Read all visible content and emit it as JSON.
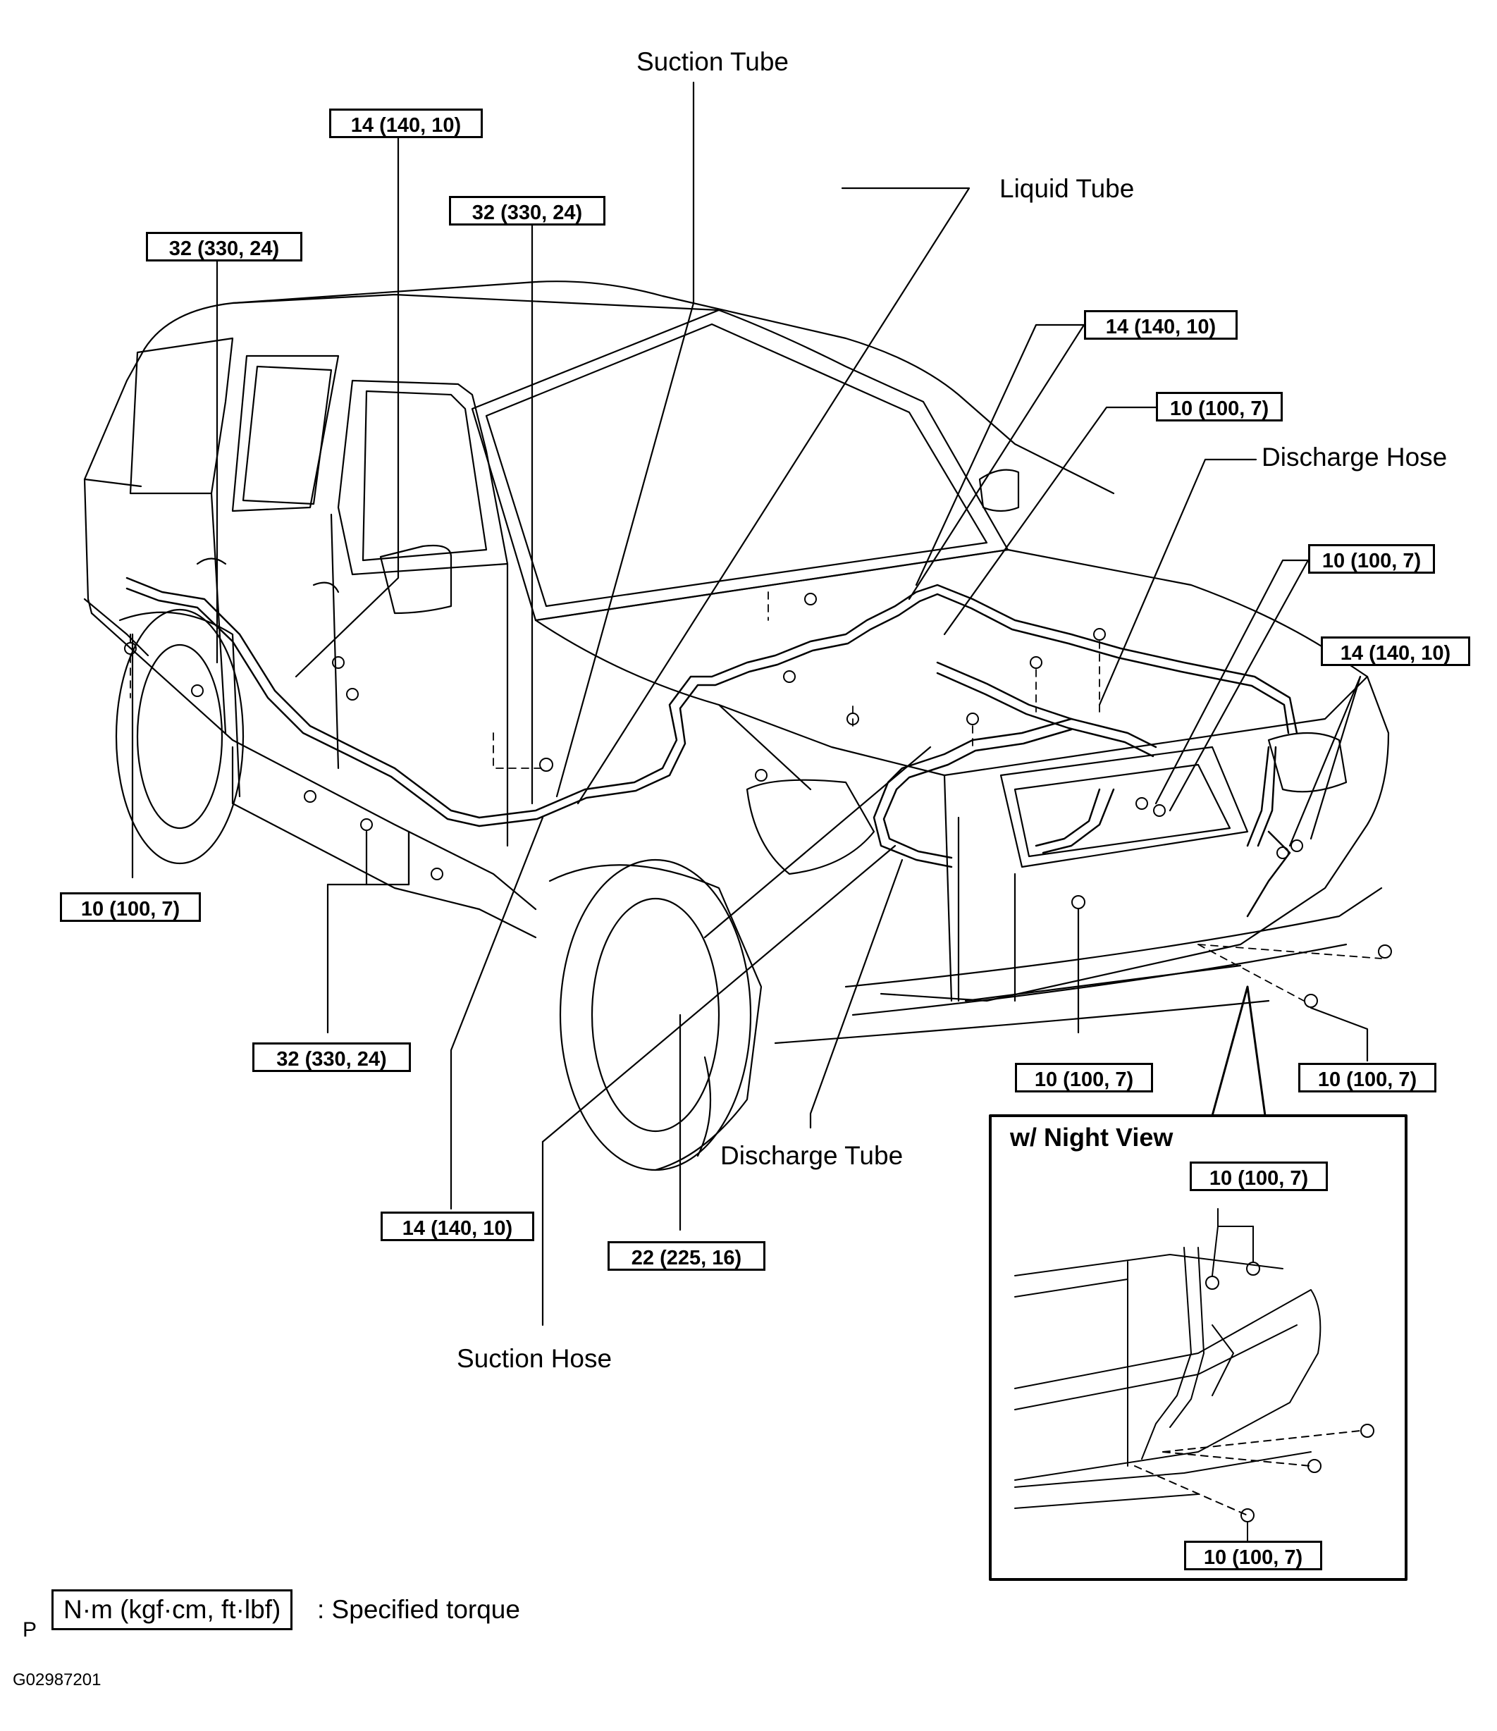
{
  "labels": {
    "suction_tube": "Suction Tube",
    "liquid_tube": "Liquid Tube",
    "discharge_hose": "Discharge Hose",
    "discharge_tube": "Discharge Tube",
    "suction_hose": "Suction Hose"
  },
  "torque": {
    "t1": "14 (140, 10)",
    "t2": "32 (330, 24)",
    "t3": "32 (330, 24)",
    "t4": "14 (140, 10)",
    "t5": "10 (100, 7)",
    "t6": "10 (100, 7)",
    "t7": "14 (140, 10)",
    "t8": "10 (100, 7)",
    "t9": "32 (330, 24)",
    "t10": "10 (100, 7)",
    "t11": "10 (100, 7)",
    "t12": "14 (140, 10)",
    "t13": "22 (225, 16)",
    "inset_top": "10 (100, 7)",
    "inset_bottom": "10 (100, 7)"
  },
  "inset": {
    "title": "w/ Night View"
  },
  "legend": {
    "box": "N·m (kgf·cm, ft·lbf)",
    "text": ": Specified torque",
    "prefix": "P"
  },
  "figure_id": "G02987201"
}
